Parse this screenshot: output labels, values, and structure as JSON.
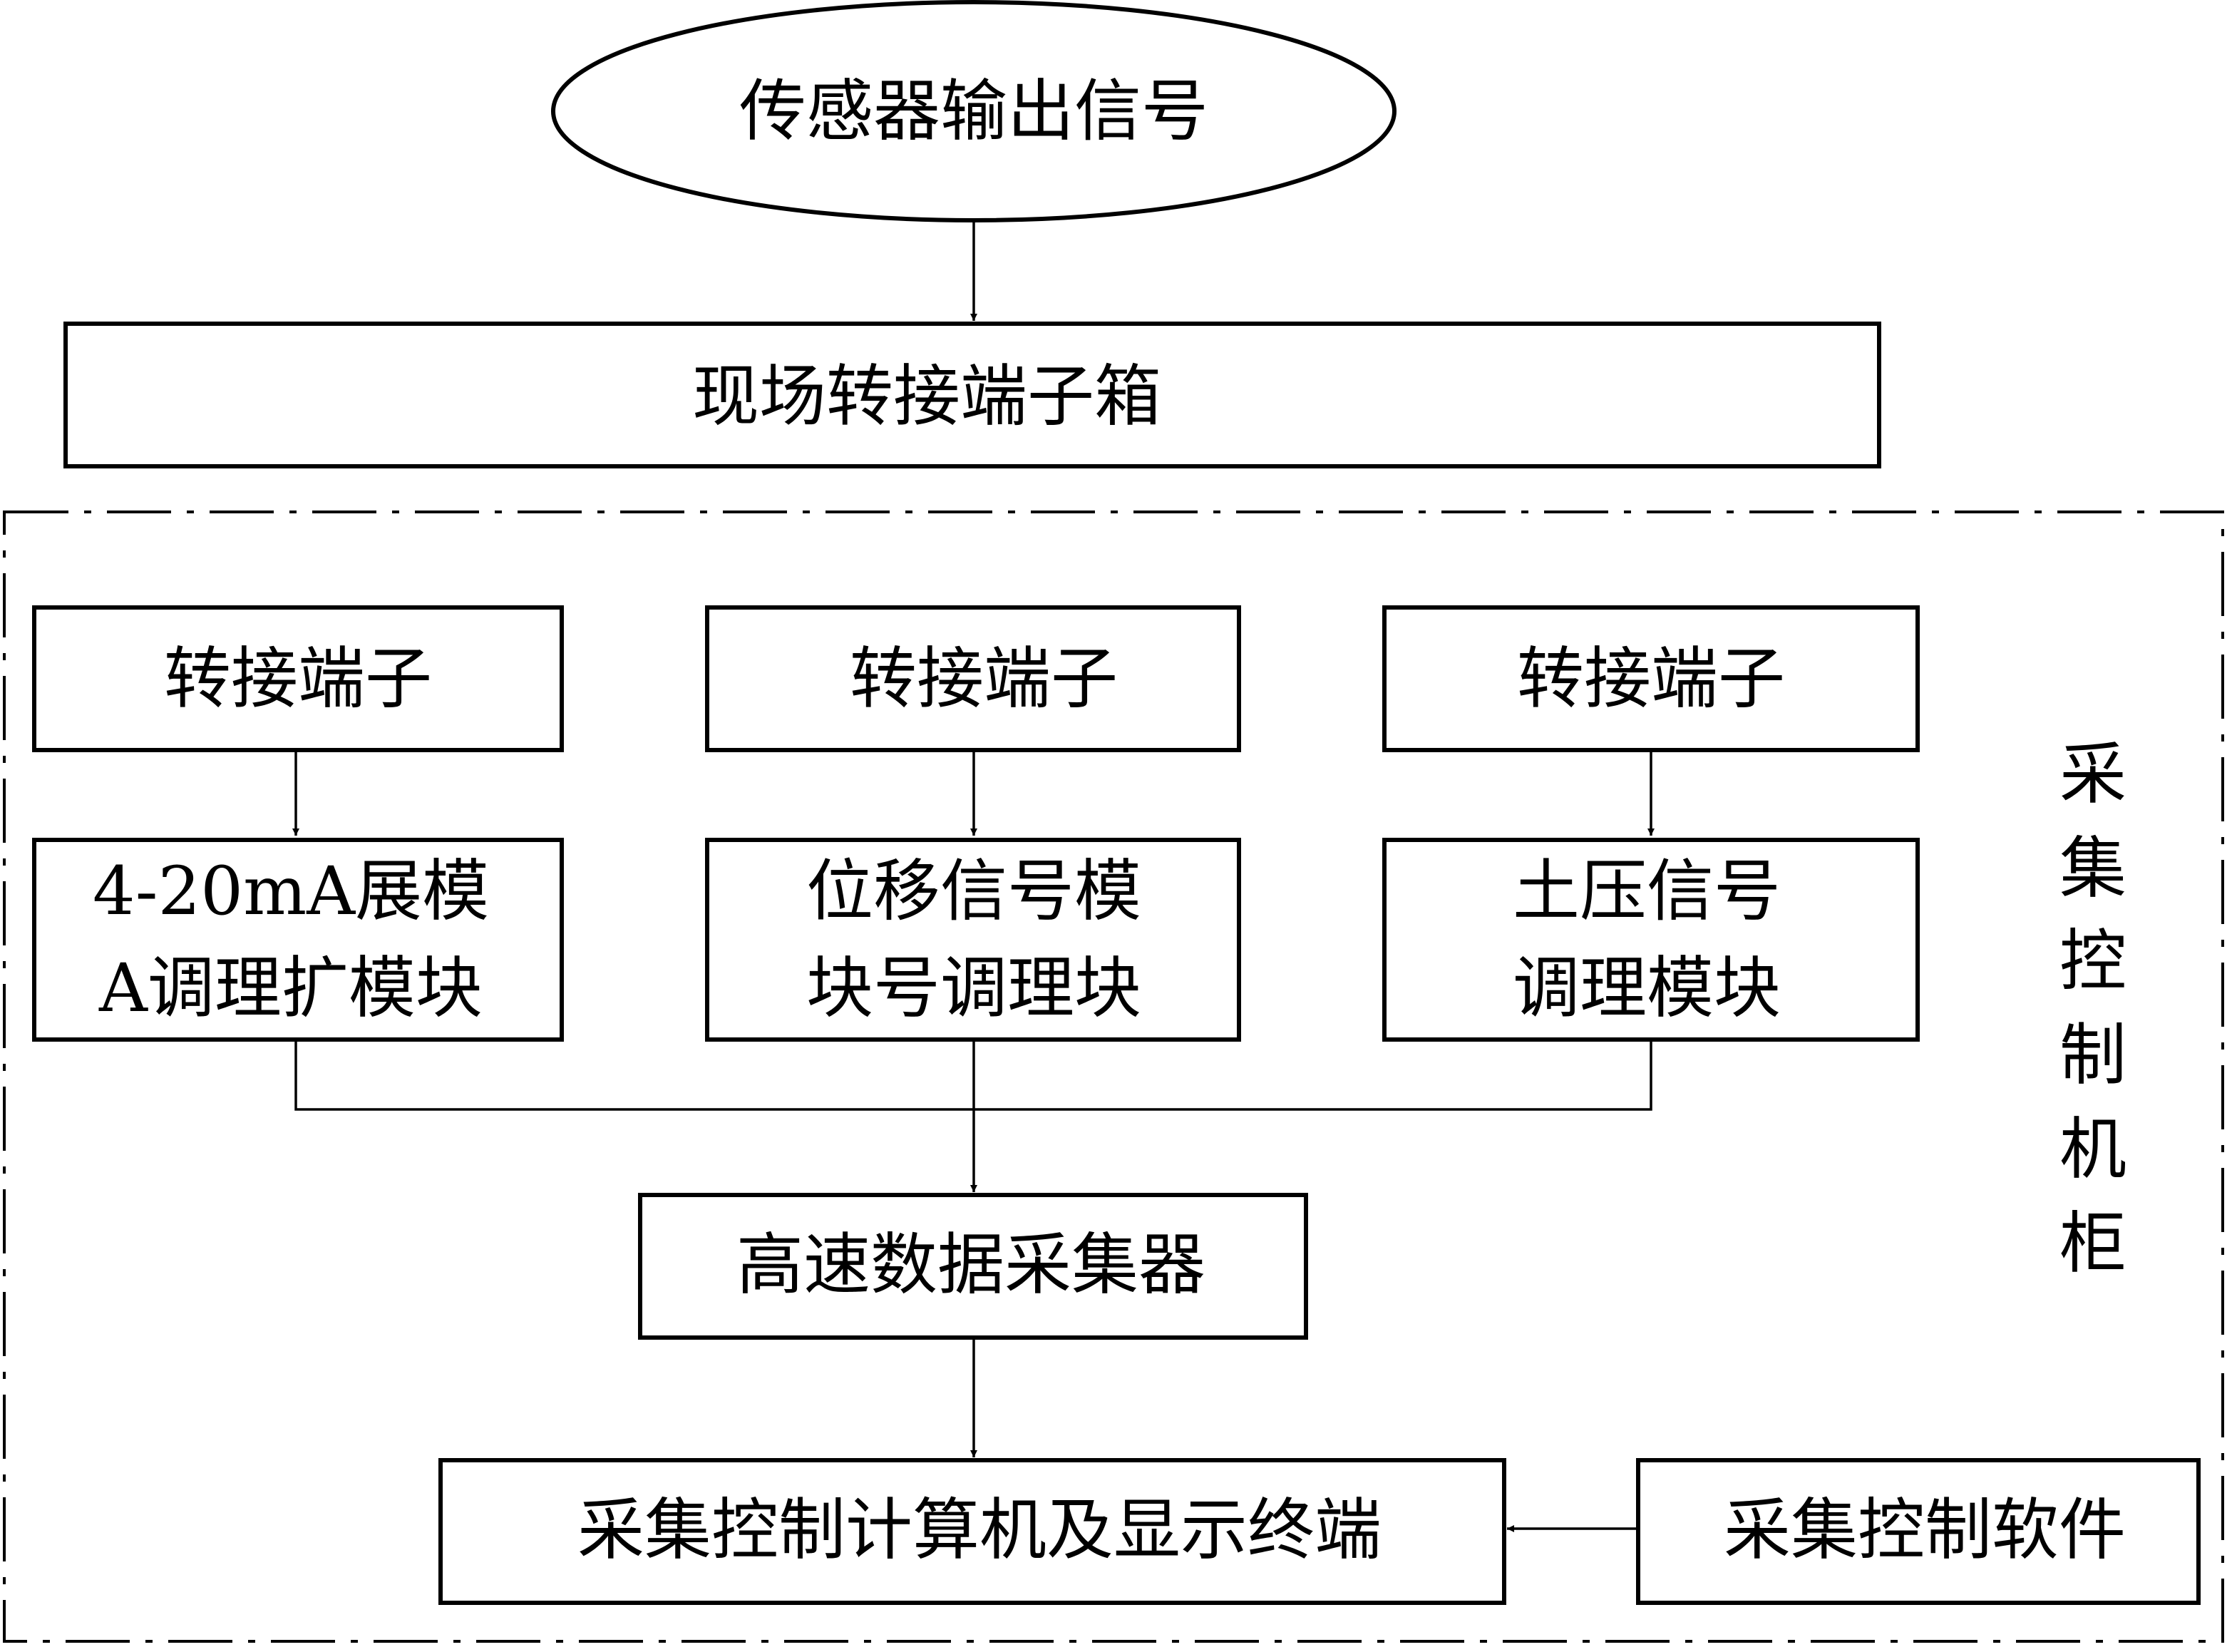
{
  "nodes": {
    "sensor": "传感器输出信号",
    "junction_box": "现场转接端子箱",
    "terminal_1": "转接端子",
    "terminal_2": "转接端子",
    "terminal_3": "转接端子",
    "module_1_line1": "4-20mA展模",
    "module_1_line2": "A调理扩模块",
    "module_2_line1": "位移信号模",
    "module_2_line2": "块号调理块",
    "module_3_line1": "土压信号",
    "module_3_line2": "调理模块",
    "daq": "高速数据采集器",
    "computer": "采集控制计算机及显示终端",
    "software": "采集控制软件"
  },
  "cabinet_label": [
    "采",
    "集",
    "控",
    "制",
    "机",
    "柜"
  ]
}
